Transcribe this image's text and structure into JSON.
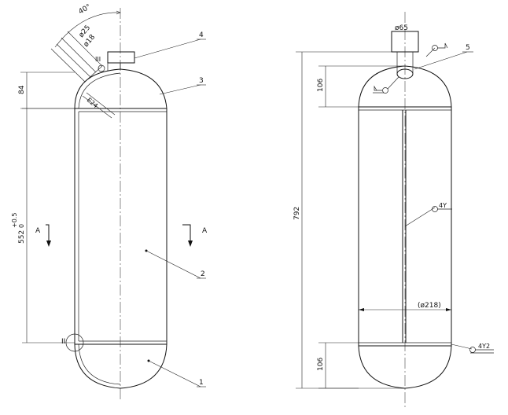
{
  "left_view": {
    "angle_label": "40°",
    "dia25_label": "ø25",
    "dia18_label": "ø18",
    "detail_III_label": "III",
    "dim_84_label": "84",
    "weld_E24_label": "E24",
    "length_label": "552",
    "length_tol_upper": "+0.5",
    "length_tol_lower": "0",
    "section_left_label": "A",
    "section_right_label": "A",
    "detail_II_label": "II",
    "part_labels": [
      "4",
      "3",
      "2",
      "1"
    ]
  },
  "right_view": {
    "dia65_label": "ø65",
    "part5_label": "5",
    "dim_106_top_label": "106",
    "total_length_label": "792",
    "weld_symbol_mid": "4Y",
    "diameter_label": "(ø218)",
    "dim_106_bottom_label": "106",
    "weld_symbol_bottom": "4Y2"
  }
}
